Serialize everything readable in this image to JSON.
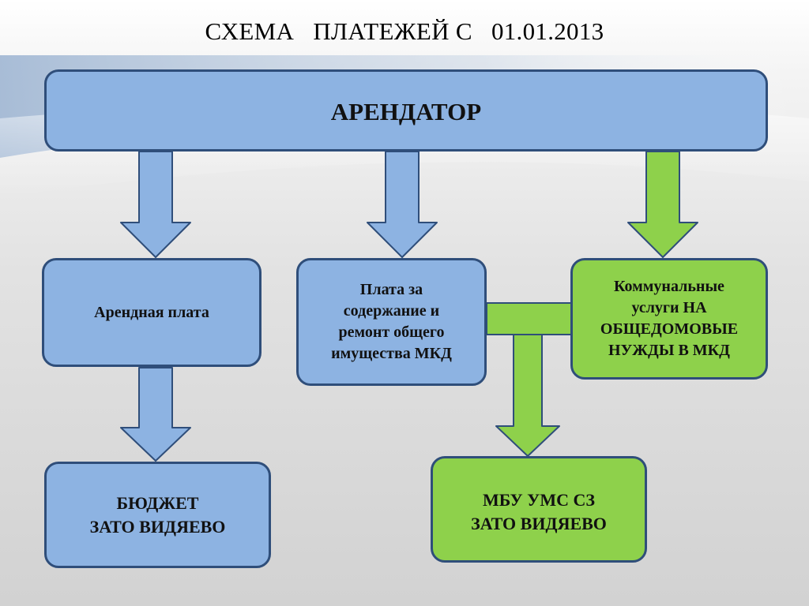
{
  "title": "СХЕМА   ПЛАТЕЖЕЙ С   01.01.2013",
  "nodes": {
    "tenant": "АРЕНДАТОР",
    "rent": "Арендная плата",
    "maintenance": "Плата за\nсодержание и\nремонт общего\nимущества МКД",
    "utilities": "Коммунальные\nуслуги НА\nОБЩЕДОМОВЫЕ\nНУЖДЫ В МКД",
    "budget": "БЮДЖЕТ\nЗАТО ВИДЯЕВО",
    "mbu": "МБУ УМС СЗ\nЗАТО ВИДЯЕВО"
  },
  "colors": {
    "blue_fill": "#8db3e2",
    "green_fill": "#8ed14b",
    "border": "#2f4e7a"
  }
}
